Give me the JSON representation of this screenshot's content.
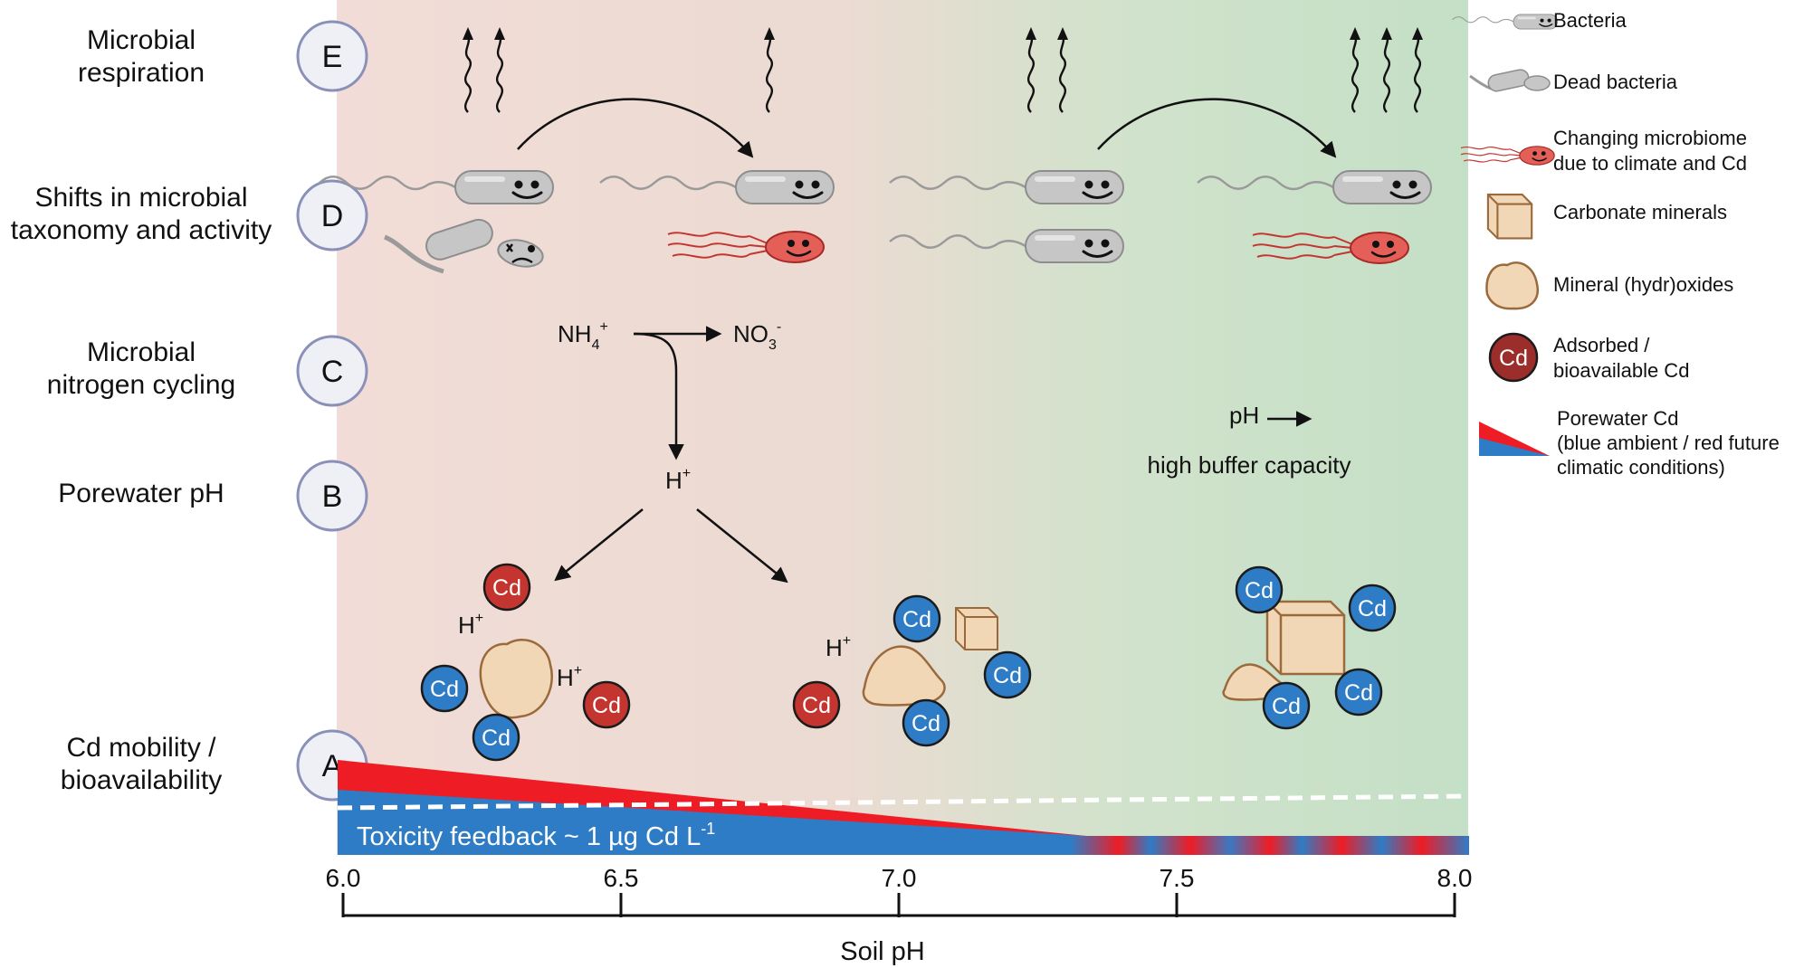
{
  "rows": {
    "E": {
      "letter": "E",
      "line1": "Microbial",
      "line2": "respiration"
    },
    "D": {
      "letter": "D",
      "line1": "Shifts in microbial",
      "line2": "taxonomy and activity"
    },
    "C": {
      "letter": "C",
      "line1": "Microbial",
      "line2": "nitrogen cycling"
    },
    "B": {
      "letter": "B",
      "line1": "Porewater pH"
    },
    "A": {
      "letter": "A",
      "line1": "Cd mobility /",
      "line2": "bioavailability"
    }
  },
  "chemistry": {
    "ammonium": "NH",
    "ammonium_sub": "4",
    "ammonium_sup": "+",
    "nitrate": "NO",
    "nitrate_sub": "3",
    "nitrate_sup": "-",
    "proton": "H",
    "proton_sup": "+",
    "cd_label": "Cd",
    "ph_arrow_label": "pH",
    "buffer_label": "high buffer capacity"
  },
  "toxicity": {
    "text": "Toxicity  feedback ~ 1 µg Cd L",
    "sup": "-1"
  },
  "axis": {
    "title": "Soil pH",
    "ticks": [
      "6.0",
      "6.5",
      "7.0",
      "7.5",
      "8.0"
    ]
  },
  "legend": {
    "bacteria": "Bacteria",
    "dead_bacteria": "Dead bacteria",
    "changing_line1": "Changing microbiome",
    "changing_line2": "due to climate and Cd",
    "carbonate": "Carbonate minerals",
    "mineral": "Mineral  (hydr)oxides",
    "adsorbed_line1": "Adsorbed /",
    "adsorbed_line2": "bioavailable Cd",
    "porewater_line1": "Porewater Cd",
    "porewater_line2": "(blue ambient / red future",
    "porewater_line3": "climatic conditions)"
  },
  "colors": {
    "bg_left": "#f2dcd7",
    "bg_right": "#c4e0c6",
    "cd_blue": "#2f7cc6",
    "cd_red": "#c43530",
    "porewater_red": "#ee1c24",
    "mineral_fill": "#f2d7b6",
    "mineral_stroke": "#9a6a3c",
    "bacteria_gray": "#c6c6c6"
  }
}
